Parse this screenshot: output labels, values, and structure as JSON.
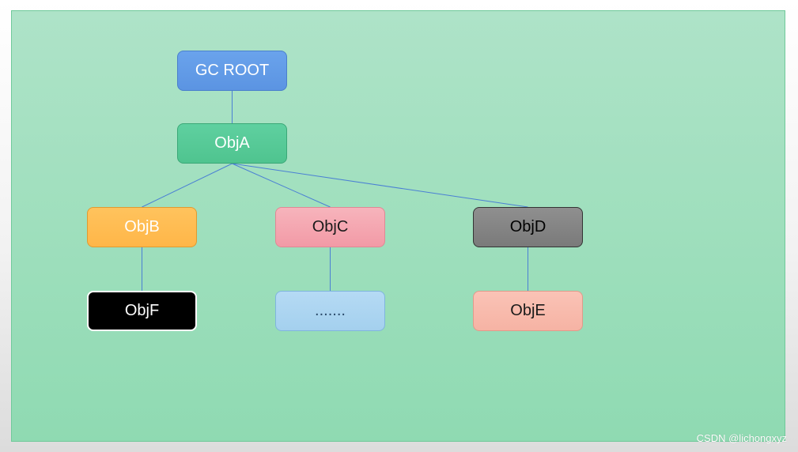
{
  "diagram": {
    "nodes": [
      {
        "id": "gcroot",
        "label": "GC ROOT"
      },
      {
        "id": "obja",
        "label": "ObjA"
      },
      {
        "id": "objb",
        "label": "ObjB"
      },
      {
        "id": "objc",
        "label": "ObjC"
      },
      {
        "id": "objd",
        "label": "ObjD"
      },
      {
        "id": "objf",
        "label": "ObjF"
      },
      {
        "id": "dots",
        "label": "......."
      },
      {
        "id": "obje",
        "label": "ObjE"
      }
    ],
    "edges": [
      {
        "from": "gcroot",
        "to": "obja"
      },
      {
        "from": "obja",
        "to": "objb"
      },
      {
        "from": "obja",
        "to": "objc"
      },
      {
        "from": "obja",
        "to": "objd"
      },
      {
        "from": "objb",
        "to": "objf"
      },
      {
        "from": "objc",
        "to": "dots"
      },
      {
        "from": "objd",
        "to": "obje"
      }
    ],
    "edge_color": "#4a7fd4"
  },
  "watermark": "CSDN @lichongxyz"
}
